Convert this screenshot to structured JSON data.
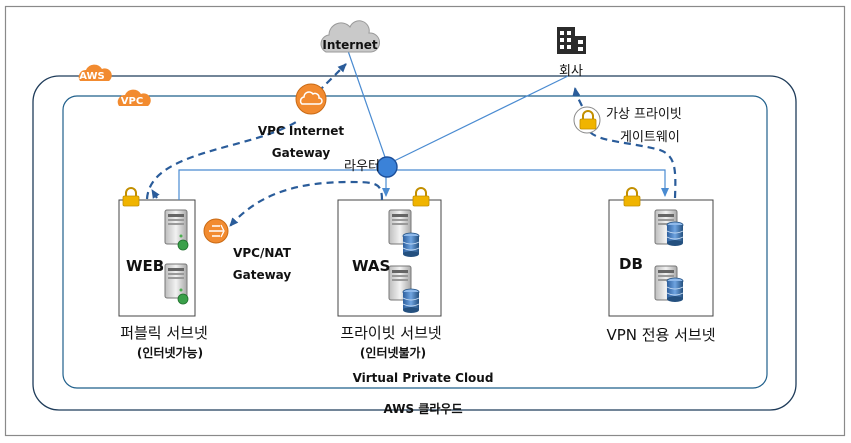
{
  "nodes": {
    "internet": "Internet",
    "company": "회사",
    "router": "라우터",
    "vpc_igw": [
      "VPC Internet",
      "Gateway"
    ],
    "vpc_nat": [
      "VPC/NAT",
      "Gateway"
    ],
    "vgw": [
      "가상 프라이빗",
      "게이트웨이"
    ],
    "web": "WEB",
    "was": "WAS",
    "db": "DB"
  },
  "subnets": {
    "public": {
      "title": "퍼블릭 서브넷",
      "note": "(인터넷가능)"
    },
    "private": {
      "title": "프라이빗 서브넷",
      "note": "(인터넷불가)"
    },
    "vpn": {
      "title": "VPN 전용 서브넷"
    }
  },
  "regions": {
    "aws_badge": "AWS",
    "vpc_badge": "VPC",
    "vpc_title": "Virtual Private Cloud",
    "aws_title": "AWS 클라우드"
  },
  "colors": {
    "frame": "#8a8a8a",
    "aws_box": "#1f3c5a",
    "vpc_box": "#1f5f8b",
    "badge_orange": "#f28b30",
    "lock": "#e0a800",
    "line_blue": "#4a8bd1",
    "dash_blue": "#2a5c9a",
    "router": "#3b82d8"
  },
  "icons": [
    "cloud-icon",
    "building-icon",
    "lock-icon",
    "server-icon",
    "database-icon",
    "globe-icon",
    "nat-gateway-icon",
    "internet-gateway-icon"
  ]
}
